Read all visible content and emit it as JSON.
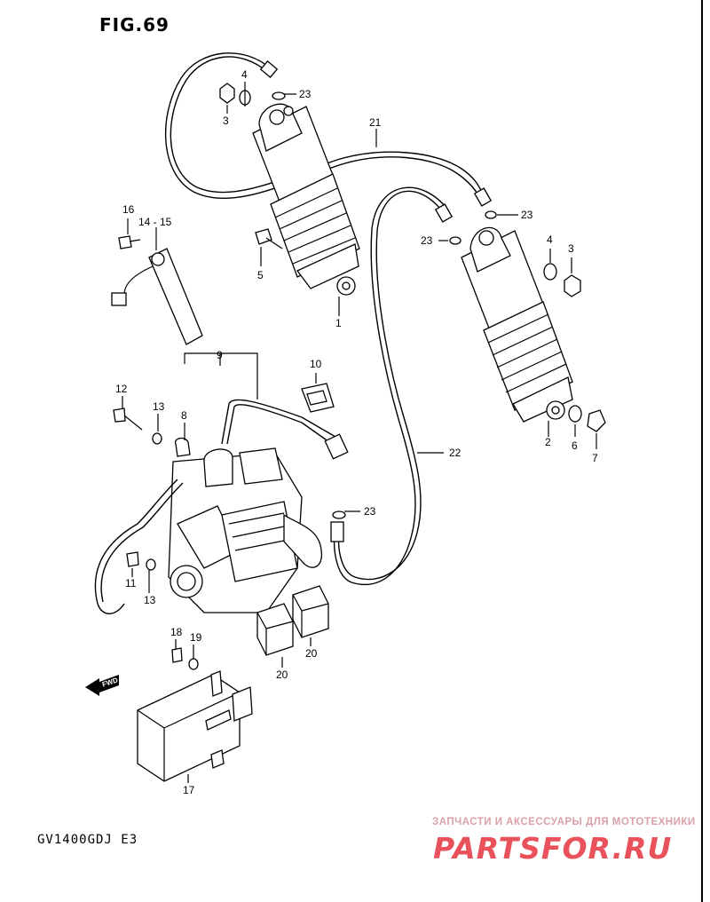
{
  "header": {
    "title": "FIG.69"
  },
  "footer": {
    "model": "GV1400GDJ E3"
  },
  "watermark": {
    "caption": "ЗАПЧАСТИ И АКСЕССУАРЫ ДЛЯ МОТОТЕХНИКИ",
    "logo": "PARTSFOR.RU",
    "color": "#e7343f"
  },
  "direction_marker": {
    "label": "FWD"
  },
  "callouts": [
    {
      "id": "c1",
      "label": "1"
    },
    {
      "id": "c2",
      "label": "2"
    },
    {
      "id": "c3a",
      "label": "3"
    },
    {
      "id": "c3b",
      "label": "3"
    },
    {
      "id": "c4a",
      "label": "4"
    },
    {
      "id": "c4b",
      "label": "4"
    },
    {
      "id": "c5",
      "label": "5"
    },
    {
      "id": "c6",
      "label": "6"
    },
    {
      "id": "c7",
      "label": "7"
    },
    {
      "id": "c8",
      "label": "8"
    },
    {
      "id": "c9",
      "label": "9"
    },
    {
      "id": "c10",
      "label": "10"
    },
    {
      "id": "c11",
      "label": "11"
    },
    {
      "id": "c12",
      "label": "12"
    },
    {
      "id": "c13a",
      "label": "13"
    },
    {
      "id": "c13b",
      "label": "13"
    },
    {
      "id": "c1415",
      "label": "14 - 15"
    },
    {
      "id": "c16",
      "label": "16"
    },
    {
      "id": "c17",
      "label": "17"
    },
    {
      "id": "c18",
      "label": "18"
    },
    {
      "id": "c19",
      "label": "19"
    },
    {
      "id": "c20a",
      "label": "20"
    },
    {
      "id": "c20b",
      "label": "20"
    },
    {
      "id": "c21",
      "label": "21"
    },
    {
      "id": "c22",
      "label": "22"
    },
    {
      "id": "c23a",
      "label": "23"
    },
    {
      "id": "c23b",
      "label": "23"
    },
    {
      "id": "c23c",
      "label": "23"
    },
    {
      "id": "c23d",
      "label": "23"
    }
  ]
}
